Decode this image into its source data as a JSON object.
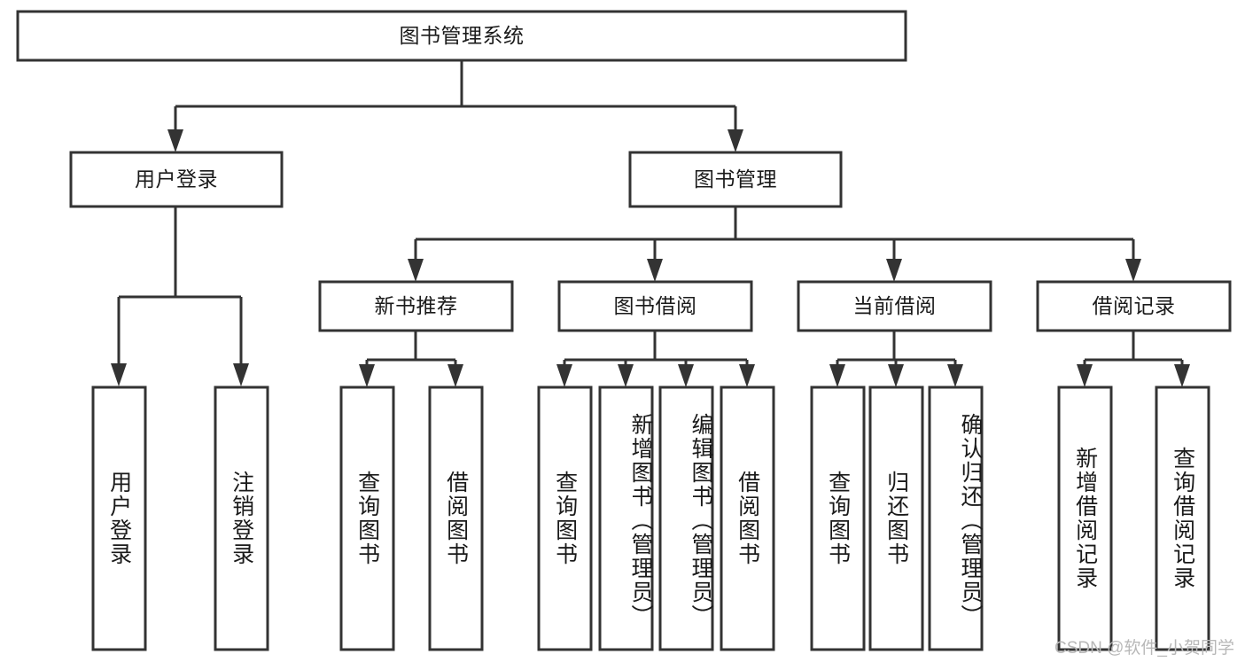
{
  "diagram": {
    "title": "图书管理系统",
    "type": "hierarchy-tree",
    "root": {
      "id": "root",
      "label": "图书管理系统",
      "orientation": "horizontal"
    },
    "level1": [
      {
        "id": "user-login",
        "label": "用户登录",
        "orientation": "horizontal"
      },
      {
        "id": "book-management",
        "label": "图书管理",
        "orientation": "horizontal"
      }
    ],
    "level2": [
      {
        "id": "new-book-recommend",
        "label": "新书推荐",
        "orientation": "horizontal",
        "parent": "book-management"
      },
      {
        "id": "book-borrow",
        "label": "图书借阅",
        "orientation": "horizontal",
        "parent": "book-management"
      },
      {
        "id": "current-borrow",
        "label": "当前借阅",
        "orientation": "horizontal",
        "parent": "book-management"
      },
      {
        "id": "borrow-record",
        "label": "借阅记录",
        "orientation": "horizontal",
        "parent": "book-management"
      }
    ],
    "leaves": [
      {
        "id": "leaf-user-login",
        "label": "用户登录",
        "parent": "user-login",
        "orientation": "vertical",
        "align": "middle"
      },
      {
        "id": "leaf-logout",
        "label": "注销登录",
        "parent": "user-login",
        "orientation": "vertical",
        "align": "middle"
      },
      {
        "id": "leaf-query-book-1",
        "label": "查询图书",
        "parent": "new-book-recommend",
        "orientation": "vertical",
        "align": "middle"
      },
      {
        "id": "leaf-borrow-book-1",
        "label": "借阅图书",
        "parent": "new-book-recommend",
        "orientation": "vertical",
        "align": "middle"
      },
      {
        "id": "leaf-query-book-2",
        "label": "查询图书",
        "parent": "book-borrow",
        "orientation": "vertical",
        "align": "middle"
      },
      {
        "id": "leaf-add-book",
        "label": "新增图书（管理员）",
        "parent": "book-borrow",
        "orientation": "vertical",
        "align": "top"
      },
      {
        "id": "leaf-edit-book",
        "label": "编辑图书（管理员）",
        "parent": "book-borrow",
        "orientation": "vertical",
        "align": "top"
      },
      {
        "id": "leaf-borrow-book-2",
        "label": "借阅图书",
        "parent": "book-borrow",
        "orientation": "vertical",
        "align": "middle"
      },
      {
        "id": "leaf-query-book-3",
        "label": "查询图书",
        "parent": "current-borrow",
        "orientation": "vertical",
        "align": "middle"
      },
      {
        "id": "leaf-return-book",
        "label": "归还图书",
        "parent": "current-borrow",
        "orientation": "vertical",
        "align": "middle"
      },
      {
        "id": "leaf-confirm-return",
        "label": "确认归还（管理员）",
        "parent": "current-borrow",
        "orientation": "vertical",
        "align": "top"
      },
      {
        "id": "leaf-add-record",
        "label": "新增借阅记录",
        "parent": "borrow-record",
        "orientation": "vertical",
        "align": "middle"
      },
      {
        "id": "leaf-query-record",
        "label": "查询借阅记录",
        "parent": "borrow-record",
        "orientation": "vertical",
        "align": "middle"
      }
    ]
  },
  "watermark": {
    "text": "CSDN @软件_小贺同学"
  },
  "colors": {
    "stroke": "#333333",
    "box_fill": "#ffffff",
    "text": "#1a1a1a",
    "watermark": "#b8b8b8",
    "background": "#ffffff"
  }
}
